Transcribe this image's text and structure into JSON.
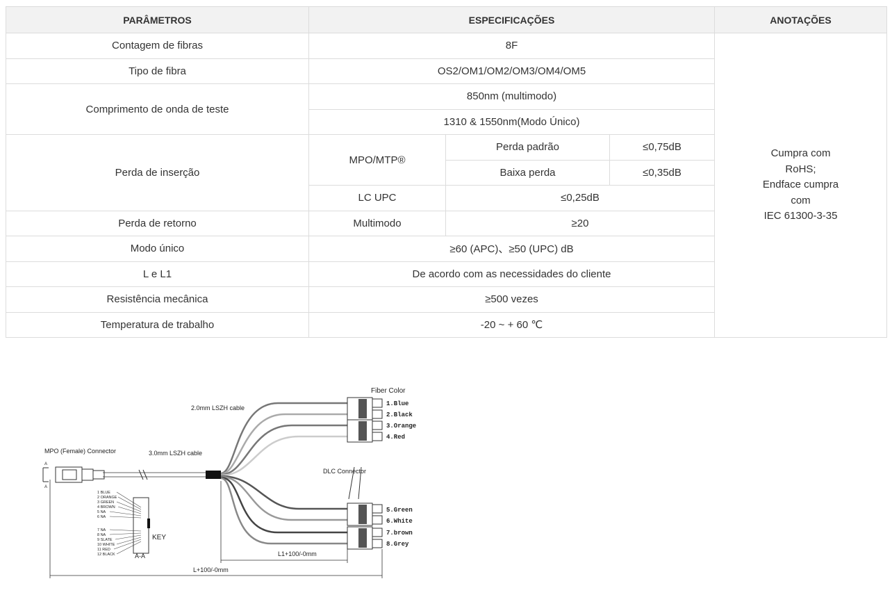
{
  "table": {
    "headers": [
      "PARÂMETROS",
      "ESPECIFICAÇÕES",
      "ANOTAÇÕES"
    ],
    "rows": {
      "fiber_count": {
        "param": "Contagem de fibras",
        "spec": "8F"
      },
      "fiber_type": {
        "param": "Tipo de fibra",
        "spec": "OS2/OM1/OM2/OM3/OM4/OM5"
      },
      "test_wavelength": {
        "param": "Comprimento de onda de teste",
        "spec_1": "850nm (multimodo)",
        "spec_2": "1310 & 1550nm(Modo Único)"
      },
      "insertion_loss": {
        "param": "Perda de inserção",
        "mpo": "MPO/MTP®",
        "standard_label": "Perda padrão",
        "standard_value": "≤0,75dB",
        "low_label": "Baixa perda",
        "low_value": "≤0,35dB",
        "lc": "LC UPC",
        "lc_value": "≤0,25dB"
      },
      "return_loss": {
        "param": "Perda de retorno",
        "mode": "Multimodo",
        "value": "≥20"
      },
      "single_mode": {
        "param": "Modo único",
        "spec": "≥60 (APC)、≥50 (UPC) dB"
      },
      "length": {
        "param": "L e L1",
        "spec": "De acordo com as necessidades do cliente"
      },
      "mech_resistance": {
        "param": "Resistência mecânica",
        "spec": "≥500 vezes"
      },
      "work_temp": {
        "param": "Temperatura de trabalho",
        "spec": "-20 ~ + 60 ℃"
      }
    },
    "notes": [
      "Cumpra com",
      "RoHS;",
      "Endface cumpra",
      "com",
      "IEC 61300-3-35"
    ]
  },
  "diagram": {
    "fiber_color_title": "Fiber Color",
    "cable_2mm": "2.0mm LSZH cable",
    "cable_3mm": "3.0mm LSZH cable",
    "mpo_label": "MPO (Female) Connector",
    "dlc_label": "DLC Connector",
    "key_label": "KEY",
    "section_label": "A-A",
    "dim_l1": "L1+100/-0mm",
    "dim_l": "L+100/-0mm",
    "fibers": [
      "1.Blue",
      "2.Black",
      "3.Orange",
      "4.Red",
      "5.Green",
      "6.White",
      "7.brown",
      "8.Grey"
    ],
    "pinout": [
      "1 BLUE",
      "2 ORANGE",
      "3 GREEN",
      "4 BROWN",
      "5 NA",
      "6 NA",
      "7 NA",
      "8 NA",
      "9 SLATE",
      "10 WHITE",
      "11 RED",
      "12 BLACK"
    ],
    "colors": {
      "border": "#dcdcdc",
      "header_bg": "#f2f2f2",
      "boot": "#111111"
    }
  }
}
